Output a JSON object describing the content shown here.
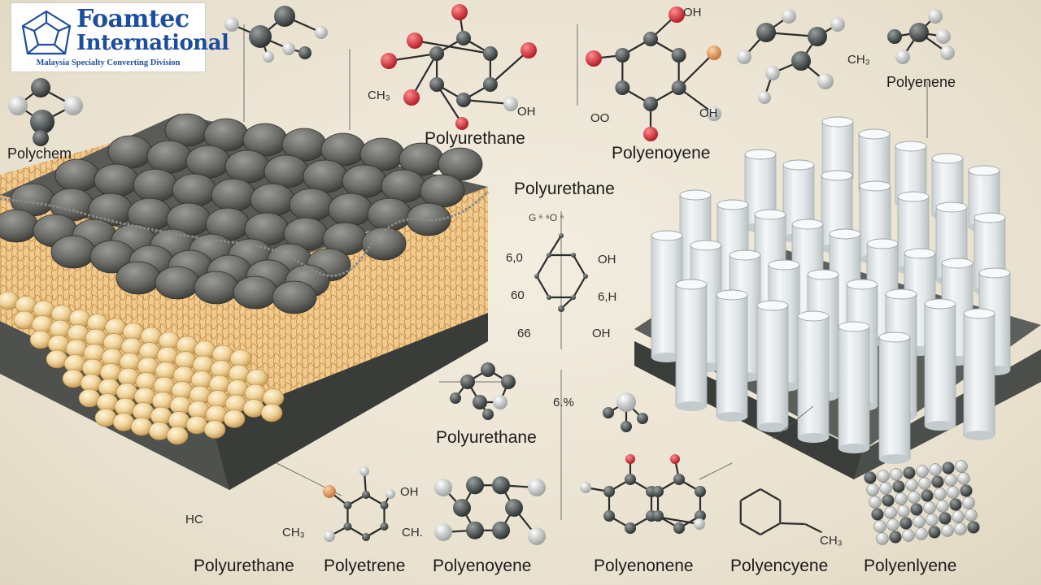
{
  "logo": {
    "name": "Foamtec",
    "name_line2": "International",
    "division": "Malaysia Specialty Converting Division",
    "icon": "dodecahedron-logo-icon",
    "color": "#1d4e9e"
  },
  "labels": {
    "polychem": "Polychem",
    "polyurethane_top": "Polyurethane",
    "polyenoyene_top": "Polyenoyene",
    "polyurethane_center": "Polyurethane",
    "polyurethane_mid": "Polyurethane",
    "polyenene": "Polyenene",
    "bottom": [
      "Polyurethane",
      "Polyetrene",
      "Polyenoyene",
      "Polyenonene",
      "Polyencyene",
      "Polyenlyene"
    ]
  },
  "groups": {
    "ch3_left": "CH₃",
    "oh_right": "OH",
    "oh_top": "OH",
    "ch3_top_right": "CH₃",
    "oo": "OO",
    "oh_mid": "OH",
    "ch3_bottom_left": "HC",
    "ch3_bottom_left2": "CH₃",
    "oh_bottom": "OH",
    "ch_bottom": "CH.",
    "ch3_bottom_right": "CH₃"
  },
  "center_formula": {
    "top": "G ⁶ ⁶O ⁶",
    "left_top": "6,0",
    "left_bottom": "60",
    "right_top": "OH",
    "right_bottom": "6,H",
    "bottom_left": "66",
    "bottom_right": "OH",
    "percent": "6.%"
  },
  "colors": {
    "background": "#ede6d6",
    "foam_dark": "#6d6e68",
    "foam_bead": "#e9c98d",
    "foam_base": "#4a4d4a",
    "tube": "#dfe4e6",
    "oxygen": "#d1303a",
    "carbon": "#3b4040"
  }
}
